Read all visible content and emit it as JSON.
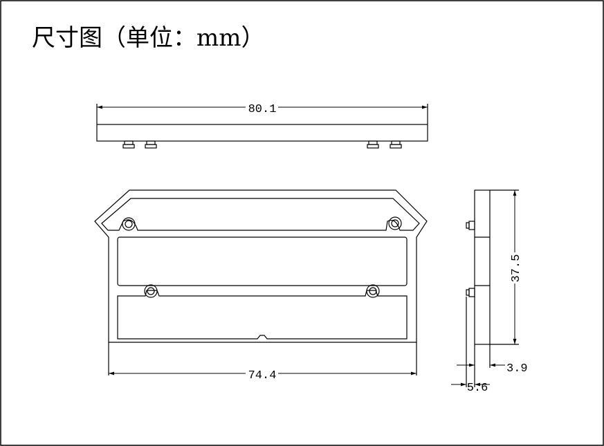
{
  "title": "尺寸图（单位：mm）",
  "dimensions": {
    "total_length": "80.1",
    "body_width": "74.4",
    "height": "37.5",
    "pin_offset": "3.9",
    "thickness": "5.6"
  }
}
